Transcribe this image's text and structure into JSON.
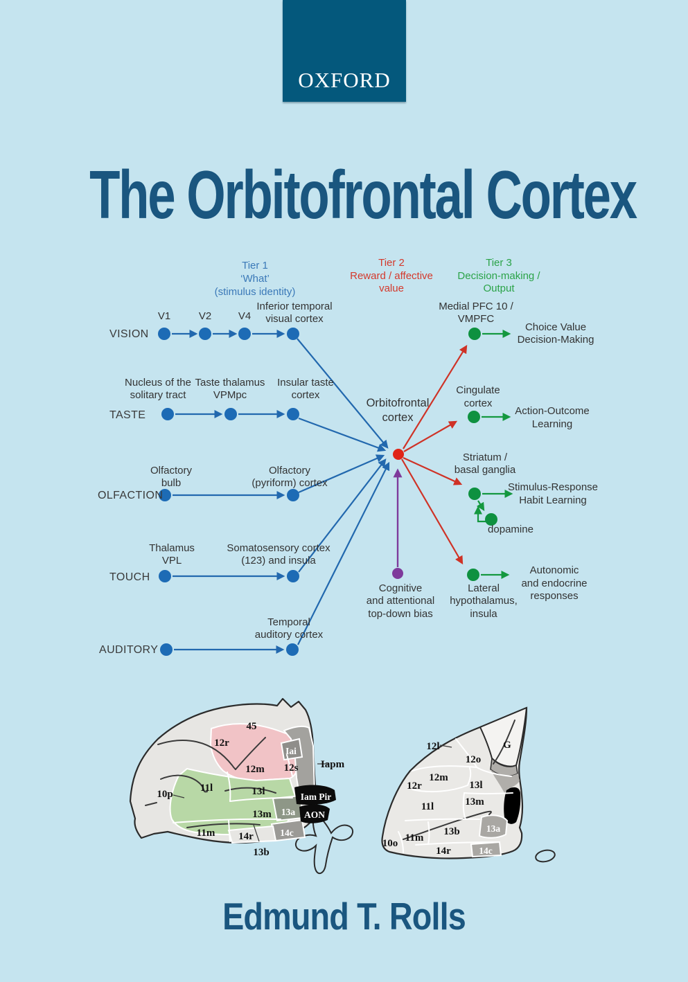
{
  "publisher": {
    "name": "OXFORD"
  },
  "title": "The Orbitofrontal Cortex",
  "author": "Edmund T. Rolls",
  "colors": {
    "background": "#c5e4ef",
    "publisher_panel": "#04587c",
    "title_text": "#1a567f",
    "tier1_blue": "#3b79b8",
    "tier2_red": "#d4392c",
    "tier3_green": "#2ba348",
    "pathway_blue": "#2268ae",
    "node_red": "#e02417",
    "node_green": "#0e9140",
    "node_purple": "#7e3a9b"
  },
  "diagram": {
    "tier1": {
      "l1": "Tier 1",
      "l2": "‘What’",
      "l3": "(stimulus identity)"
    },
    "tier2": {
      "l1": "Tier 2",
      "l2": "Reward / affective",
      "l3": "value"
    },
    "tier3": {
      "l1": "Tier 3",
      "l2": "Decision-making /",
      "l3": "Output"
    },
    "vision": {
      "label": "VISION",
      "v1": "V1",
      "v2": "V2",
      "v4": "V4",
      "itc1": "Inferior temporal",
      "itc2": "visual cortex"
    },
    "taste": {
      "label": "TASTE",
      "nst1": "Nucleus of the",
      "nst2": "solitary tract",
      "tt1": "Taste thalamus",
      "tt2": "VPMpc",
      "ins1": "Insular taste",
      "ins2": "cortex"
    },
    "olfaction": {
      "label": "OLFACTION",
      "ob1": "Olfactory",
      "ob2": "bulb",
      "pc1": "Olfactory",
      "pc2": "(pyriform) cortex"
    },
    "touch": {
      "label": "TOUCH",
      "th1": "Thalamus",
      "th2": "VPL",
      "sc1": "Somatosensory cortex",
      "sc2": "(123) and insula"
    },
    "auditory": {
      "label": "AUDITORY",
      "tc1": "Temporal",
      "tc2": "auditory cortex"
    },
    "ofc": {
      "l1": "Orbitofrontal",
      "l2": "cortex"
    },
    "medialpfc": {
      "l1": "Medial PFC 10 /",
      "l2": "VMPFC"
    },
    "choice": {
      "l1": "Choice Value",
      "l2": "Decision-Making"
    },
    "cingulate": {
      "l1": "Cingulate",
      "l2": "cortex"
    },
    "action": {
      "l1": "Action-Outcome",
      "l2": "Learning"
    },
    "striatum": {
      "l1": "Striatum /",
      "l2": "basal ganglia"
    },
    "habit": {
      "l1": "Stimulus-Response",
      "l2": "Habit Learning"
    },
    "dopamine": "dopamine",
    "cognitive": {
      "l1": "Cognitive",
      "l2": "and attentional",
      "l3": "top-down bias"
    },
    "lateral": {
      "l1": "Lateral",
      "l2": "hypothalamus,",
      "l3": "insula"
    },
    "autonomic": {
      "l1": "Autonomic",
      "l2": "and endocrine",
      "l3": "responses"
    }
  },
  "brain_left": {
    "r45": "45",
    "r12r": "12r",
    "r12m": "12m",
    "riai": "Iai",
    "r12s": "12s",
    "riapm": "Iapm",
    "r10p": "10p",
    "r11l": "11l",
    "r13l": "13l",
    "r13m": "13m",
    "r11m": "11m",
    "r14r": "14r",
    "r13a": "13a",
    "r14c": "14c",
    "riampir": "Iam Pir",
    "raon": "AON",
    "r13b": "13b"
  },
  "brain_right": {
    "r12l": "12l",
    "rg": "G",
    "r12o": "12o",
    "r12m": "12m",
    "r12r": "12r",
    "r13l": "13l",
    "r13m": "13m",
    "r11l": "11l",
    "r13b": "13b",
    "r11m": "11m",
    "r13a": "13a",
    "r10o": "10o",
    "r14r": "14r",
    "r14c": "14c"
  }
}
